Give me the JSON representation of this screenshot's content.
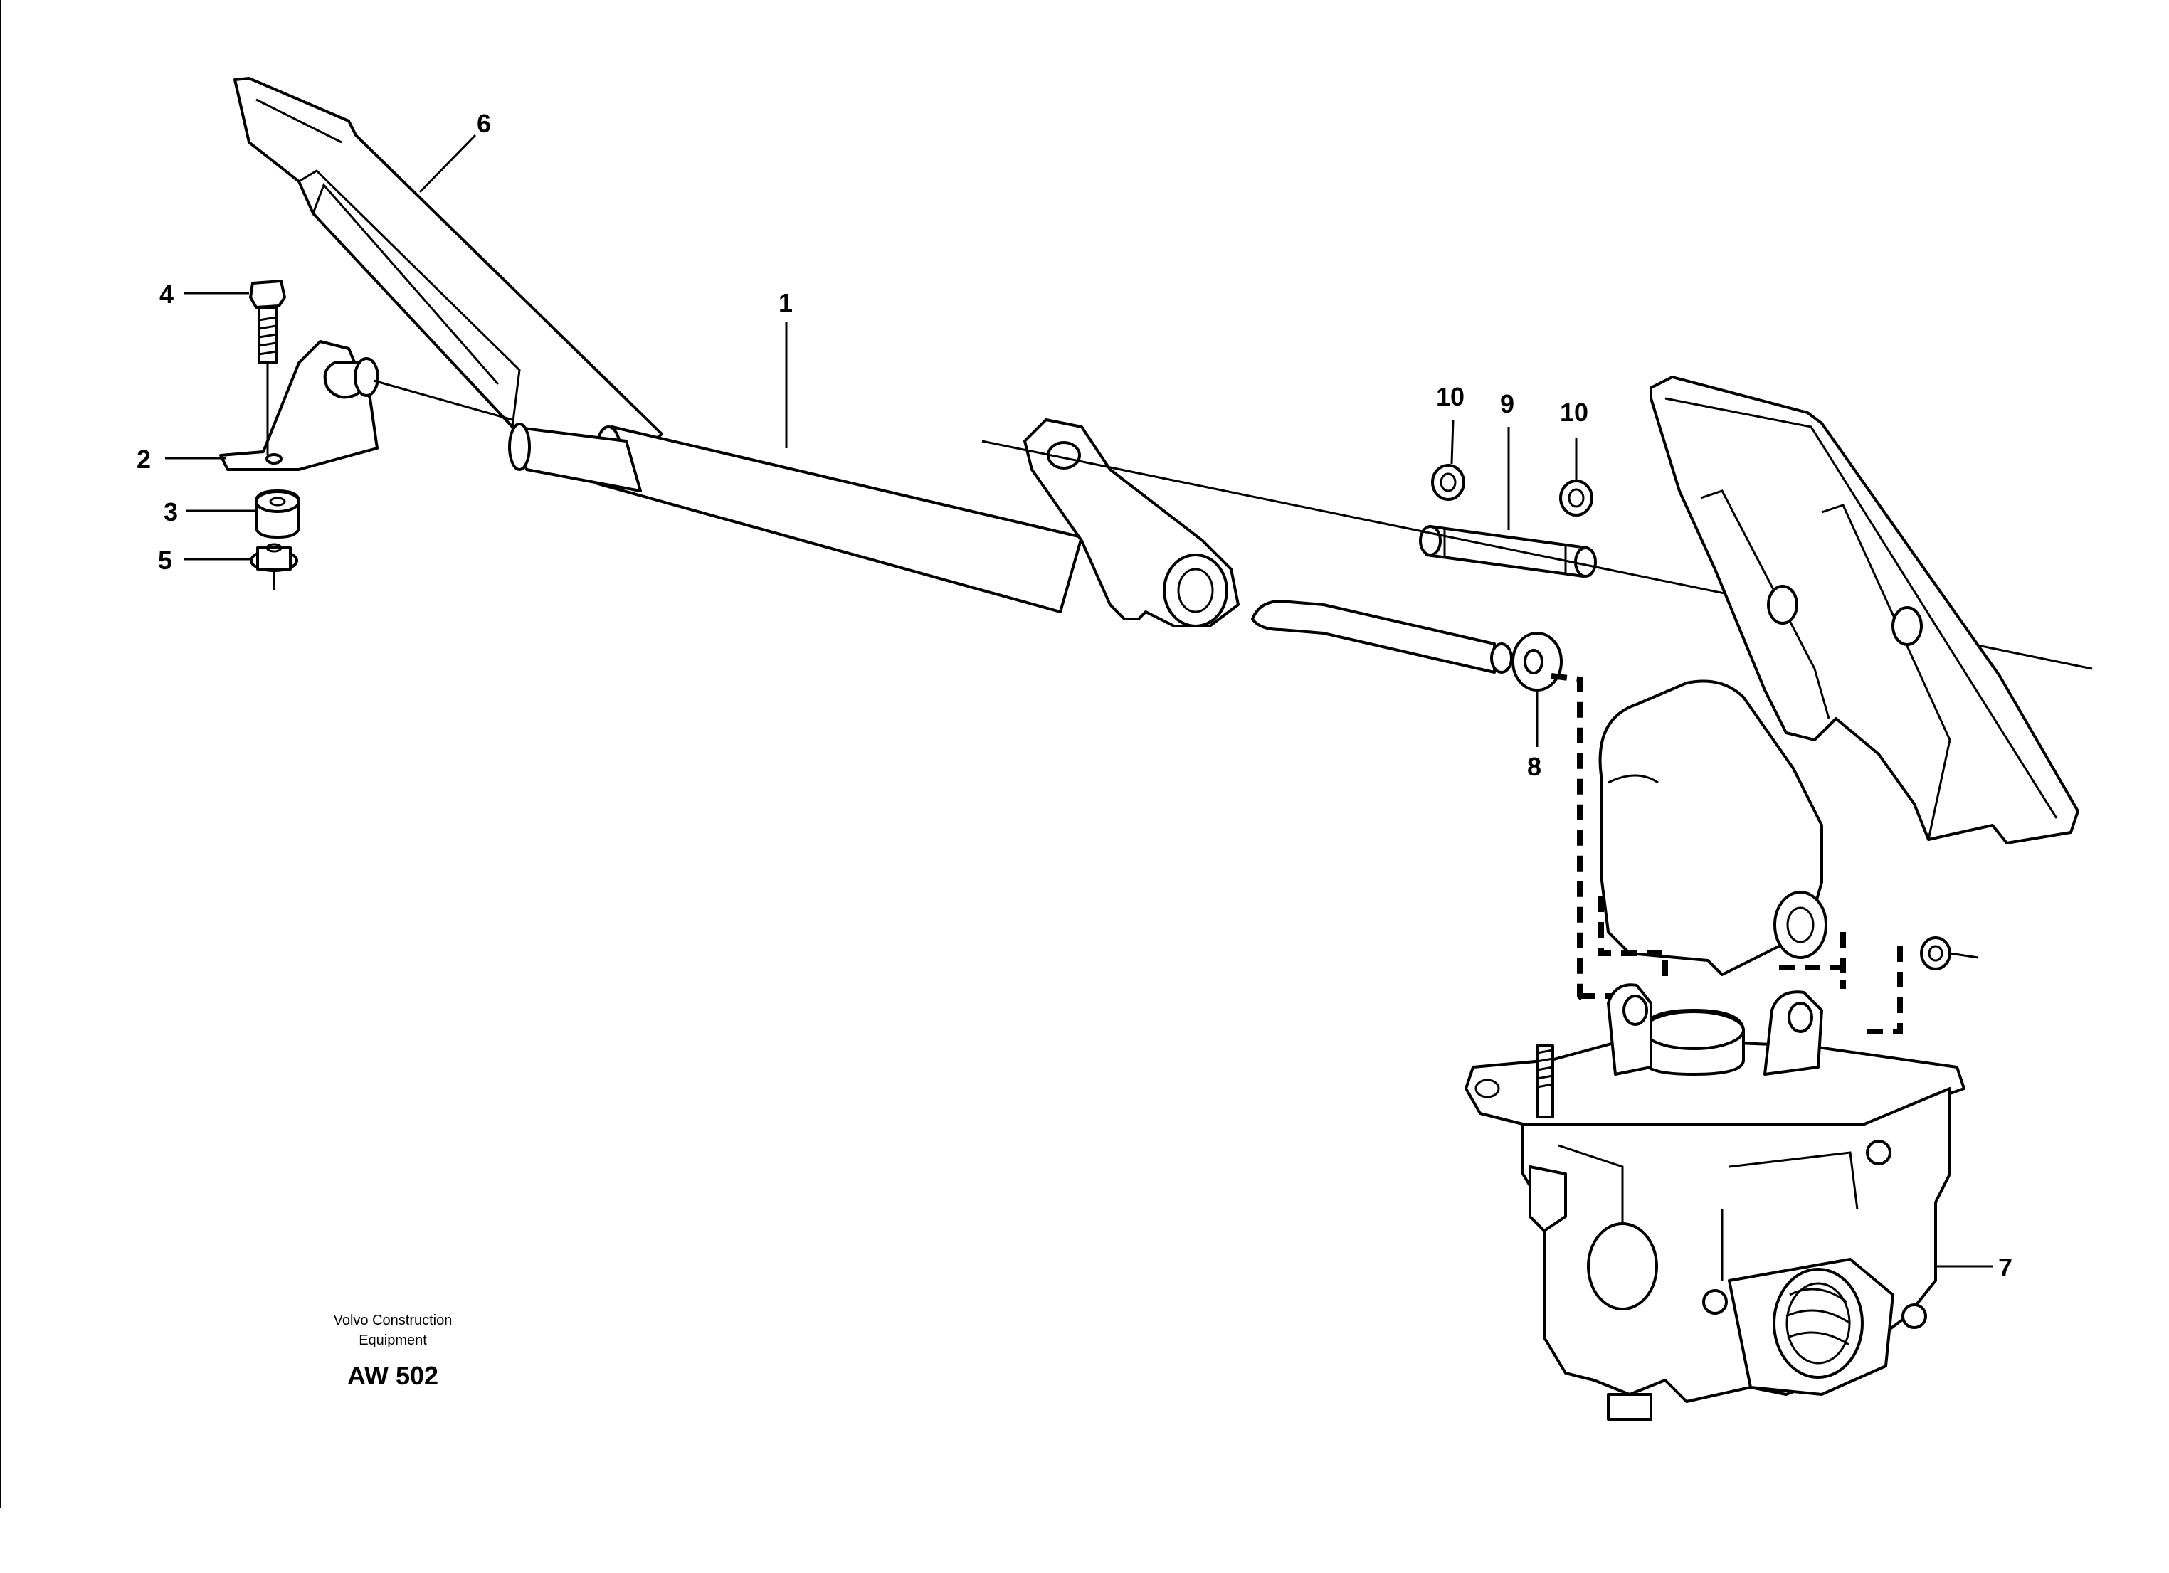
{
  "callouts": {
    "c1": "1",
    "c2": "2",
    "c3": "3",
    "c4": "4",
    "c5": "5",
    "c6": "6",
    "c7": "7",
    "c8": "8",
    "c9": "9",
    "c10a": "10",
    "c10b": "10"
  },
  "footer": {
    "company_line1": "Volvo Construction",
    "company_line2": "Equipment",
    "code": "AW 502"
  }
}
